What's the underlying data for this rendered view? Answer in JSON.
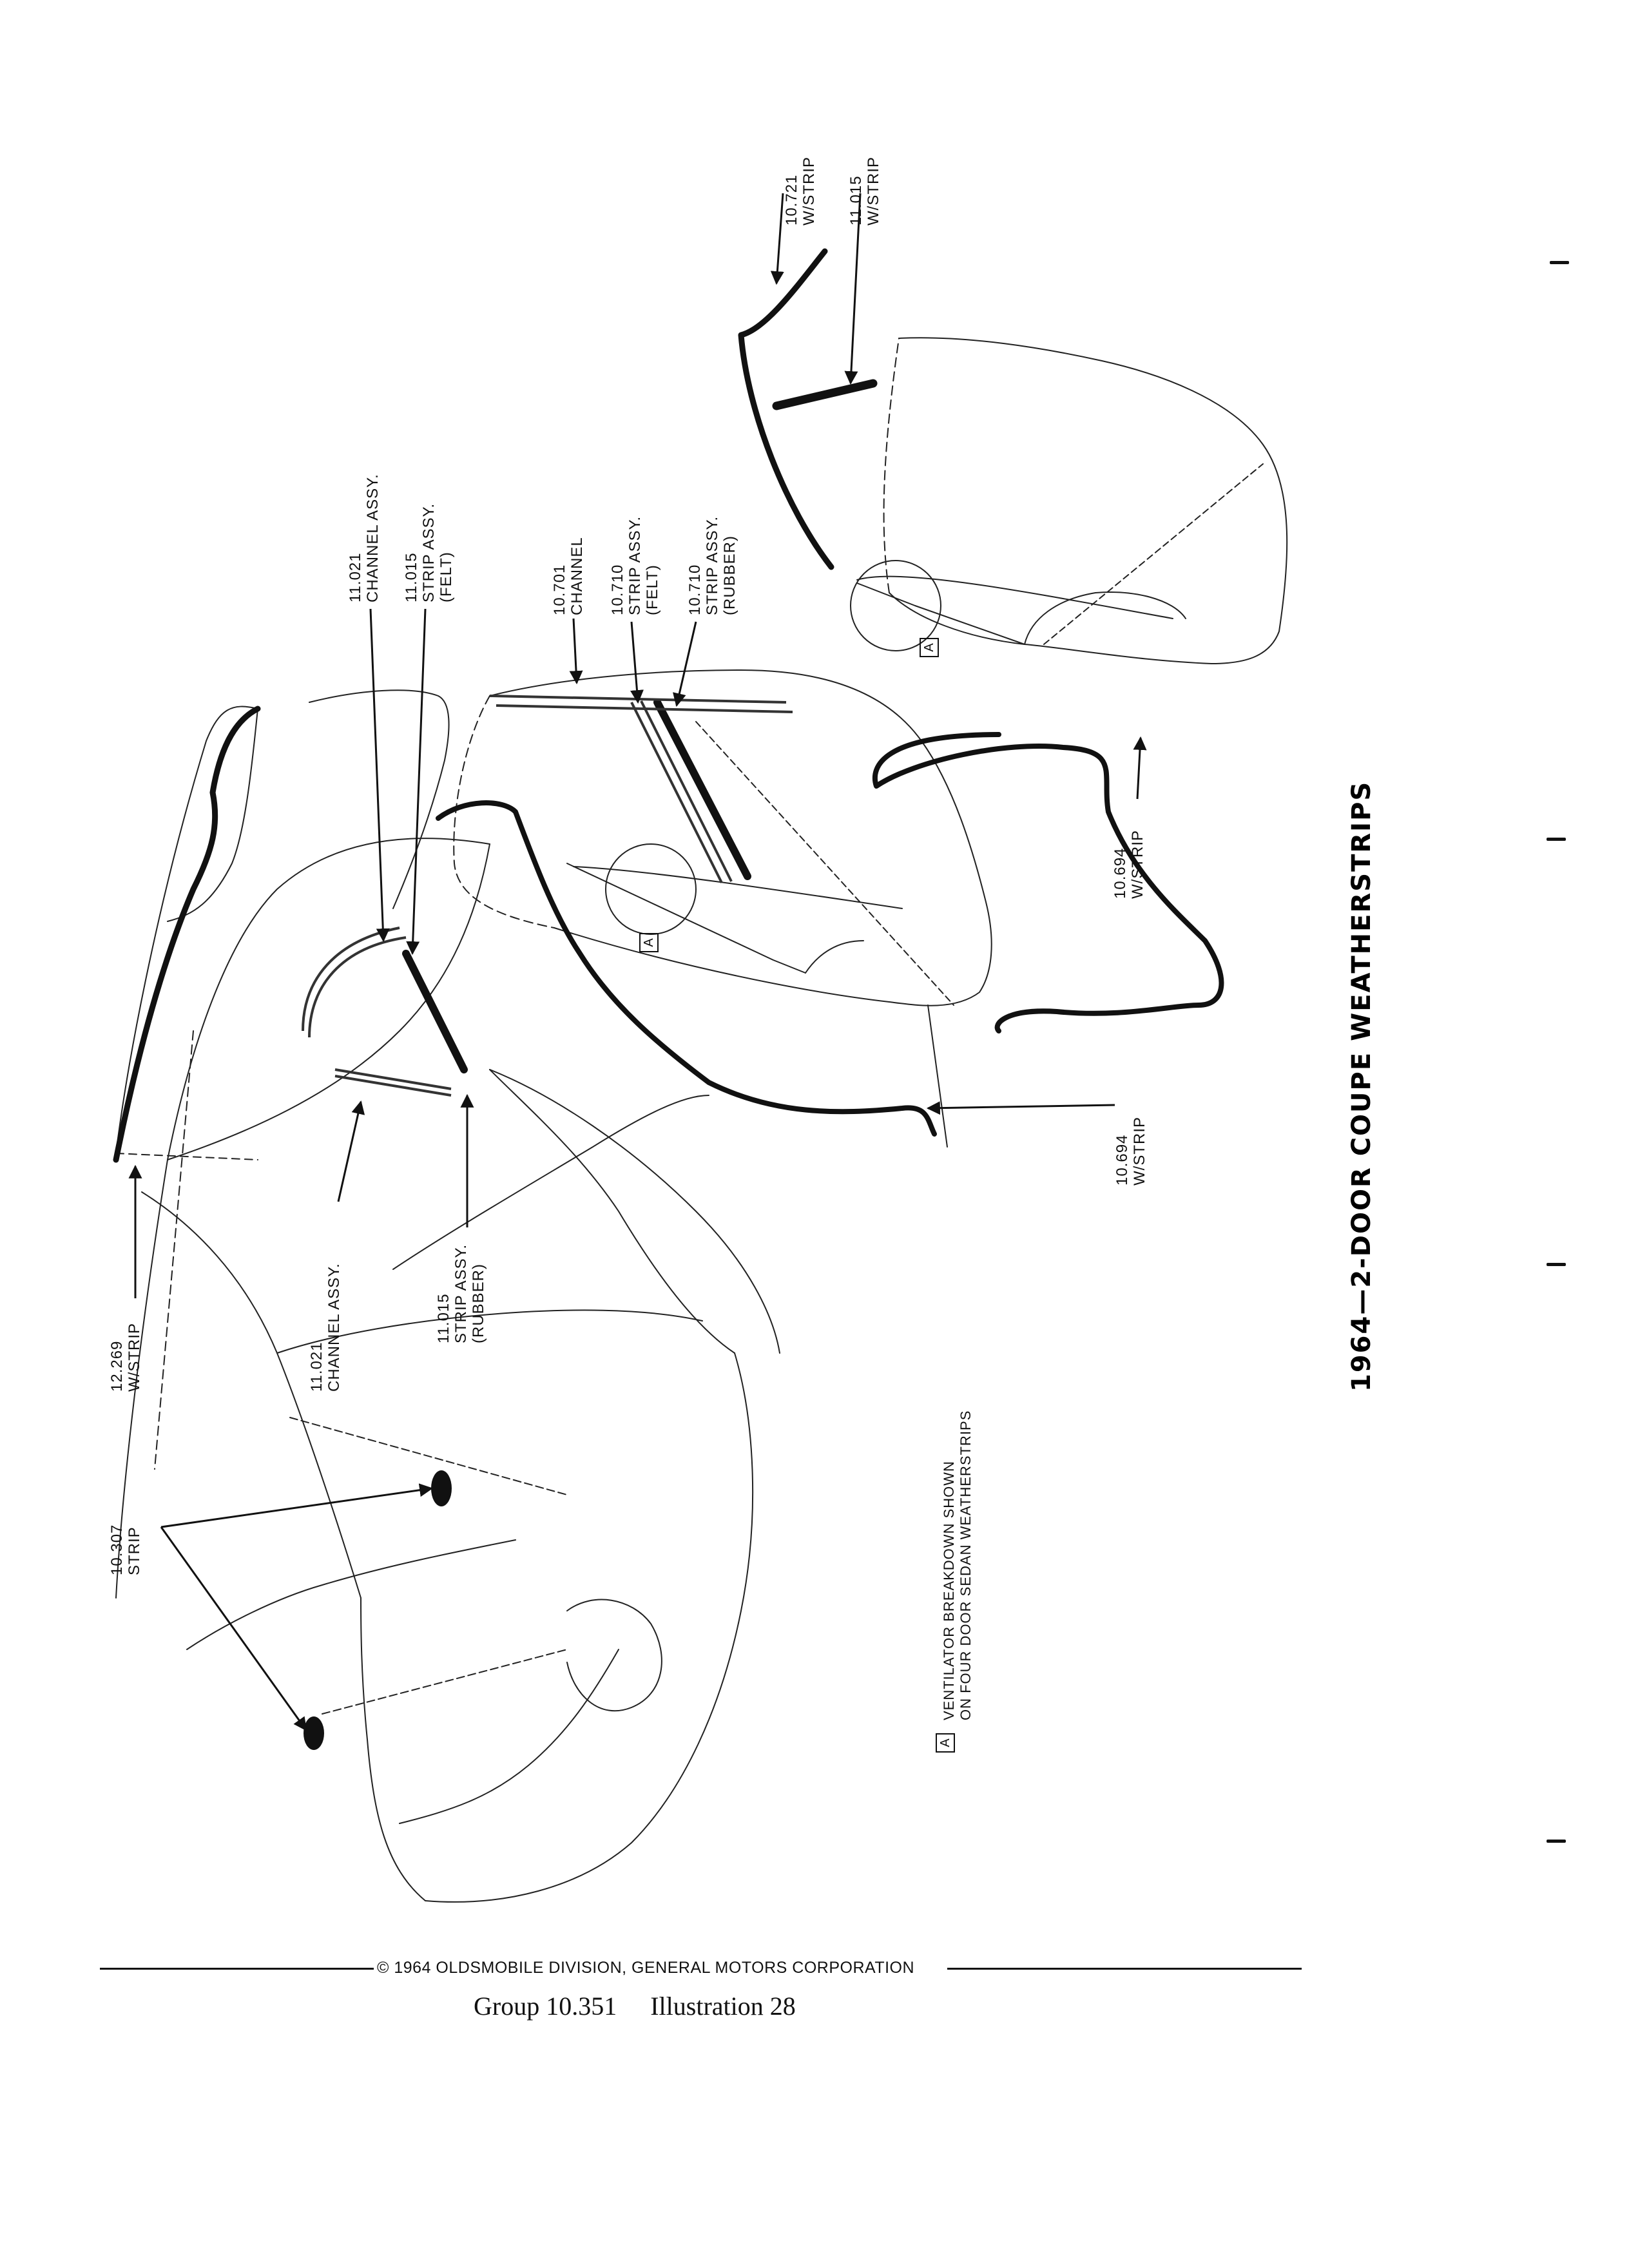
{
  "title": "1964—2-DOOR COUPE WEATHERSTRIPS",
  "callouts": {
    "c1": {
      "lines": [
        "10.721",
        "W/STRIP"
      ]
    },
    "c2": {
      "lines": [
        "11.015",
        "W/STRIP"
      ]
    },
    "c3": {
      "lines": [
        "11.021",
        "CHANNEL ASSY."
      ]
    },
    "c4": {
      "lines": [
        "11.015",
        "STRIP ASSY.",
        "(FELT)"
      ]
    },
    "c5": {
      "lines": [
        "10.701",
        "CHANNEL"
      ]
    },
    "c6": {
      "lines": [
        "10.710",
        "STRIP ASSY.",
        "(FELT)"
      ]
    },
    "c7": {
      "lines": [
        "10.710",
        "STRIP ASSY.",
        "(RUBBER)"
      ]
    },
    "c8": {
      "lines": [
        "10.694",
        "W/STRIP"
      ]
    },
    "c9": {
      "lines": [
        "10.694",
        "W/STRIP"
      ]
    },
    "c10": {
      "lines": [
        "12.269",
        "W/STRIP"
      ]
    },
    "c11": {
      "lines": [
        "11.021",
        "CHANNEL ASSY."
      ]
    },
    "c12": {
      "lines": [
        "11.015",
        "STRIP ASSY.",
        "(RUBBER)"
      ]
    },
    "c13": {
      "lines": [
        "10.307",
        "STRIP"
      ]
    }
  },
  "detail_marker": "A",
  "note": {
    "marker": "A",
    "lines": [
      "VENTILATOR BREAKDOWN SHOWN",
      "ON FOUR DOOR SEDAN WEATHERSTRIPS"
    ]
  },
  "copyright": "© 1964 OLDSMOBILE DIVISION, GENERAL MOTORS CORPORATION",
  "footer": {
    "group": "Group 10.351",
    "illustration": "Illustration 28"
  }
}
